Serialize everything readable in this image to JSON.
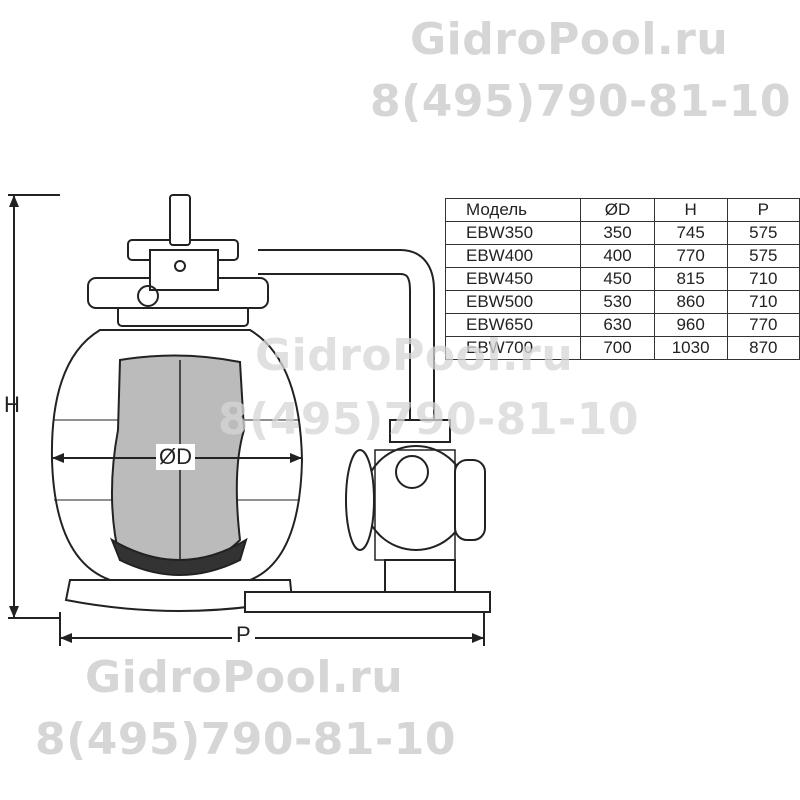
{
  "watermarks": {
    "site": "GidroPool.ru",
    "phone": "8(495)790-81-10"
  },
  "dimension_labels": {
    "height": "H",
    "diameter": "ØD",
    "length": "P"
  },
  "table": {
    "headers": [
      "Модель",
      "ØD",
      "H",
      "P"
    ],
    "rows": [
      [
        "EBW350",
        "350",
        "745",
        "575"
      ],
      [
        "EBW400",
        "400",
        "770",
        "575"
      ],
      [
        "EBW450",
        "450",
        "815",
        "710"
      ],
      [
        "EBW500",
        "530",
        "860",
        "710"
      ],
      [
        "EBW650",
        "630",
        "960",
        "770"
      ],
      [
        "EBW700",
        "700",
        "1030",
        "870"
      ]
    ]
  }
}
